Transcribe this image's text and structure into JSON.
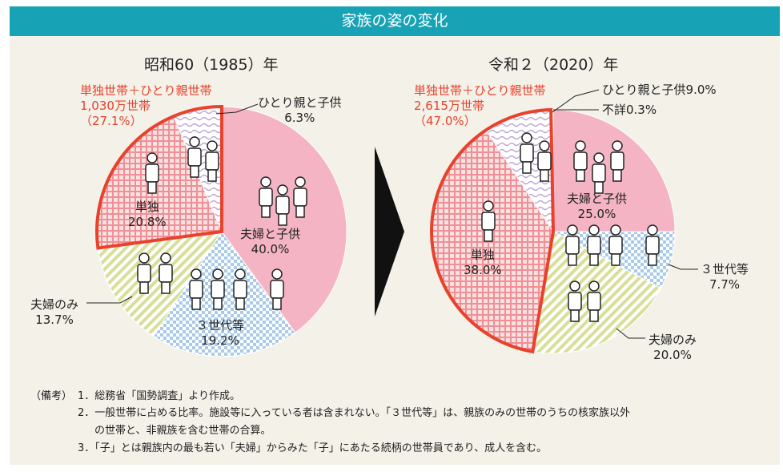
{
  "header": {
    "title": "家族の姿の変化"
  },
  "colors": {
    "couple_child": "#f4b4c3",
    "three_gen": "#a8cbe9",
    "couple_only": "#d7df98",
    "single": "#ef8f96",
    "single_parent": "#c9b6dc",
    "unknown": "#ffffff",
    "outline": "#e8412c",
    "header": "#17a3b5"
  },
  "chart_data": [
    {
      "type": "pie",
      "title": "昭和60（1985）年",
      "slices": [
        {
          "label": "夫婦と子供",
          "value": 40.0
        },
        {
          "label": "３世代等",
          "value": 19.2
        },
        {
          "label": "夫婦のみ",
          "value": 13.7
        },
        {
          "label": "単独",
          "value": 20.8
        },
        {
          "label": "ひとり親と子供",
          "value": 6.3
        }
      ],
      "highlight": {
        "line1": "単独世帯＋ひとり親世帯",
        "line2": "1,030万世帯",
        "line3": "（27.1%）"
      }
    },
    {
      "type": "pie",
      "title": "令和２（2020）年",
      "slices": [
        {
          "label": "夫婦と子供",
          "value": 25.0
        },
        {
          "label": "３世代等",
          "value": 7.7
        },
        {
          "label": "夫婦のみ",
          "value": 20.0
        },
        {
          "label": "単独",
          "value": 38.0
        },
        {
          "label": "ひとり親と子供",
          "value": 9.0
        },
        {
          "label": "不詳",
          "value": 0.3
        }
      ],
      "highlight": {
        "line1": "単独世帯＋ひとり親世帯",
        "line2": "2,615万世帯",
        "line3": "（47.0%）"
      }
    }
  ],
  "labels": {
    "l_cc": "夫婦と子供",
    "l_cc_v": "40.0%",
    "l_3g": "３世代等",
    "l_3g_v": "19.2%",
    "l_co": "夫婦のみ",
    "l_co_v": "13.7%",
    "l_s": "単独",
    "l_s_v": "20.8%",
    "l_sp": "ひとり親と子供",
    "l_sp_v": "6.3%",
    "r_cc": "夫婦と子供",
    "r_cc_v": "25.0%",
    "r_3g": "３世代等",
    "r_3g_v": "7.7%",
    "r_co": "夫婦のみ",
    "r_co_v": "20.0%",
    "r_s": "単独",
    "r_s_v": "38.0%",
    "r_sp": "ひとり親と子供9.0%",
    "r_un": "不詳0.3%"
  },
  "notes": {
    "head": "（備考）",
    "n1": "1．総務省「国勢調査」より作成。",
    "n2a": "2．一般世帯に占める比率。施設等に入っている者は含まれない。「３世代等」は、親族のみの世帯のうちの核家族以外",
    "n2b": "の世帯と、非親族を含む世帯の合算。",
    "n3": "3．「子」とは親族内の最も若い「夫婦」からみた「子」にあたる続柄の世帯員であり、成人を含む。"
  }
}
